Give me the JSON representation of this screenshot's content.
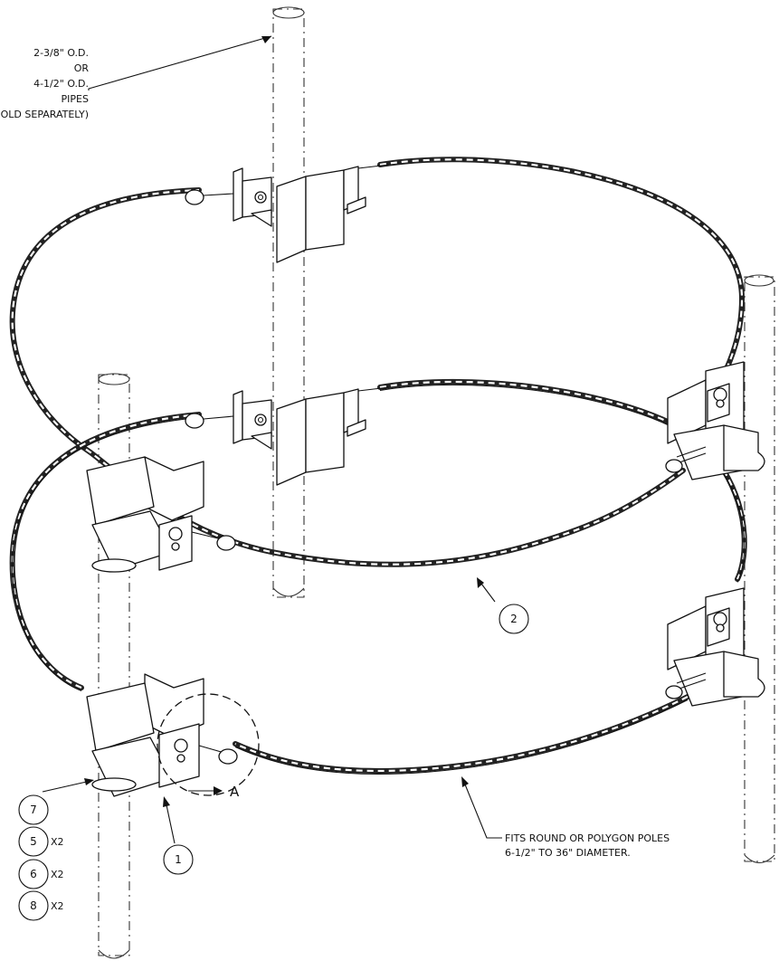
{
  "notes": {
    "pipe_note": [
      "2-3/8\" O.D.",
      "OR",
      "4-1/2\" O.D.",
      "PIPES",
      "(SOLD SEPARATELY)"
    ],
    "fits_note": [
      "FITS ROUND OR POLYGON POLES",
      "6-1/2\" TO 36\" DIAMETER."
    ]
  },
  "detail_label": "A",
  "callouts": [
    {
      "id": "callout-2",
      "number": "2",
      "qty": ""
    },
    {
      "id": "callout-1",
      "number": "1",
      "qty": ""
    },
    {
      "id": "callout-7",
      "number": "7",
      "qty": ""
    },
    {
      "id": "callout-5",
      "number": "5",
      "qty": "X2"
    },
    {
      "id": "callout-6",
      "number": "6",
      "qty": "X2"
    },
    {
      "id": "callout-8",
      "number": "8",
      "qty": "X2"
    }
  ]
}
